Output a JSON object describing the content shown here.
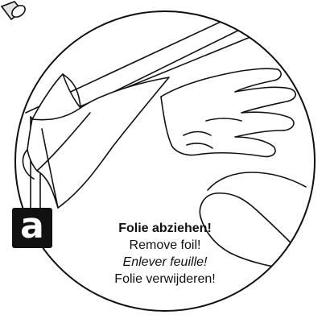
{
  "step": {
    "letter": "a"
  },
  "instructions": {
    "de": "Folie abziehen!",
    "en": "Remove foil!",
    "fr": "Enlever feuille!",
    "nl": "Folie verwijderen!"
  },
  "icons": {
    "corner_cap": "tube-cap-icon",
    "hand": "hand-icon",
    "foil": "foil-peel-icon"
  },
  "colors": {
    "line": "#111111",
    "badge_background": "#111111",
    "badge_text": "#ffffff",
    "background": "#ffffff"
  }
}
